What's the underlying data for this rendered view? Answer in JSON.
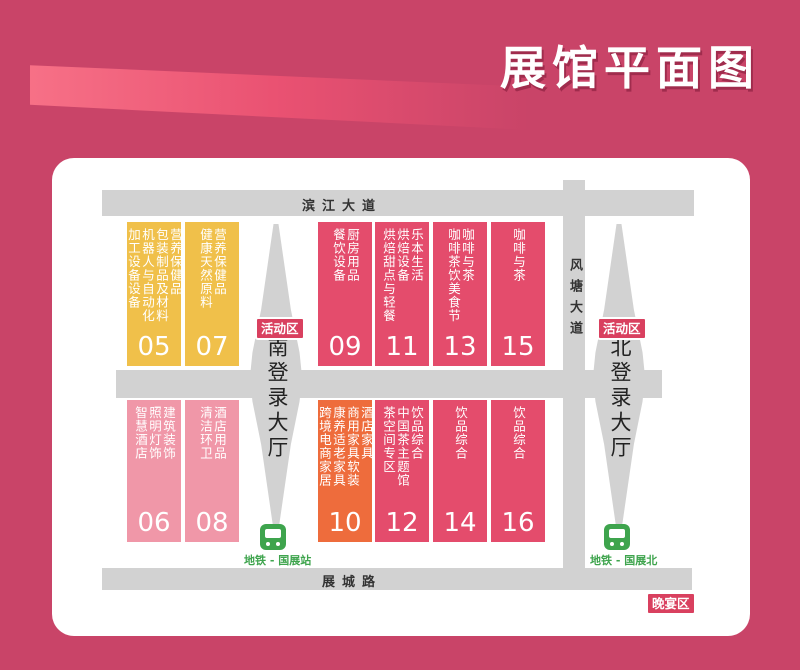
{
  "title": "展馆平面图",
  "colors": {
    "background": "#c94468",
    "road": "#d2d2d2",
    "zone_pink": "#e44c6c",
    "zone_orange": "#f0c04a",
    "zone_light_pink": "#f097a8",
    "zone_highlight": "#ee6c3c",
    "metro": "#3ea44d"
  },
  "roads": {
    "top": "滨江大道",
    "right": "风塘大道",
    "bottom": "展城路"
  },
  "halls": {
    "south": "南登录大厅",
    "north": "北登录大厅"
  },
  "activity_label": "活动区",
  "banquet_label": "晚宴区",
  "metro": {
    "south": "地铁 - 国展站",
    "north": "地铁 - 国展北"
  },
  "booths": {
    "b05": {
      "number": "05",
      "lines": [
        "营养保健品",
        "包装制品及材料",
        "机器人与自动化",
        "加工设备设备"
      ]
    },
    "b07": {
      "number": "07",
      "lines": [
        "营养保健品",
        "健康天然原料"
      ]
    },
    "b09": {
      "number": "09",
      "lines": [
        "厨房用品",
        "餐饮设备"
      ]
    },
    "b11": {
      "number": "11",
      "lines": [
        "乐本生活",
        "烘焙设备",
        "烘焙甜点与轻餐"
      ]
    },
    "b13": {
      "number": "13",
      "lines": [
        "咖啡与茶",
        "咖啡茶饮美食节"
      ]
    },
    "b15": {
      "number": "15",
      "lines": [
        "咖啡与茶"
      ]
    },
    "b06": {
      "number": "06",
      "lines": [
        "建筑装饰",
        "照明灯饰",
        "智慧酒店"
      ]
    },
    "b08": {
      "number": "08",
      "lines": [
        "酒店用品",
        "清洁环卫"
      ]
    },
    "b10": {
      "number": "10",
      "lines": [
        "酒店家具",
        "商用家具软装",
        "康养适老家具",
        "跨境电商家居"
      ]
    },
    "b12": {
      "number": "12",
      "lines": [
        "饮品综合",
        "中国茶主题馆",
        "茶空间专区"
      ]
    },
    "b14": {
      "number": "14",
      "lines": [
        "饮品综合"
      ]
    },
    "b16": {
      "number": "16",
      "lines": [
        "饮品综合"
      ]
    }
  }
}
